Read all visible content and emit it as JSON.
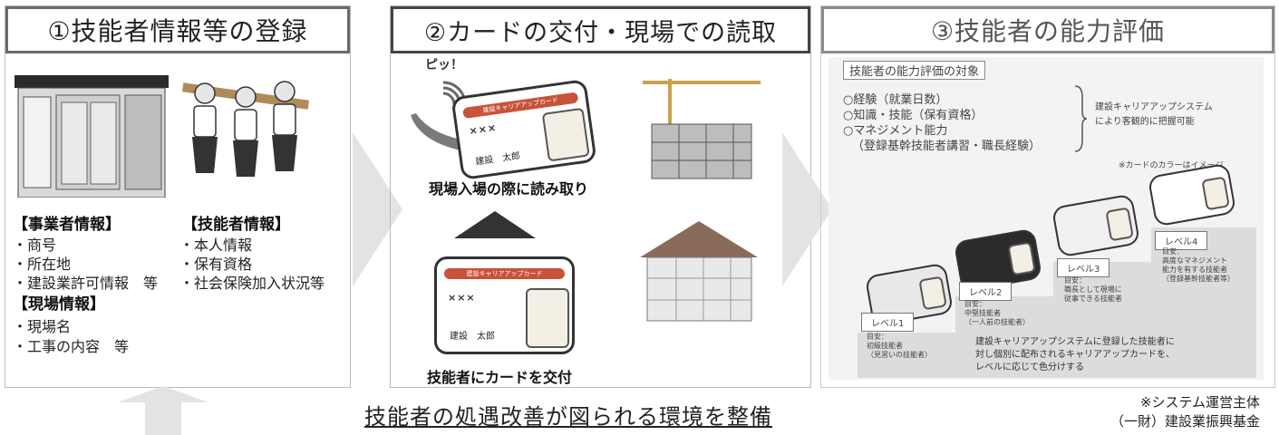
{
  "panels": [
    {
      "title": "①技能者情報等の登録"
    },
    {
      "title": "②カードの交付・現場での読取"
    },
    {
      "title": "③技能者の能力評価"
    }
  ],
  "registration": {
    "business_head": "【事業者情報】",
    "business_items": [
      "・商号",
      "・所在地",
      "・建設業許可情報　等"
    ],
    "worker_head": "【技能者情報】",
    "worker_items": [
      "・本人情報",
      "・保有資格",
      "・社会保険加入状況等"
    ],
    "site_head": "【現場情報】",
    "site_items": [
      "・現場名",
      "・工事の内容　等"
    ]
  },
  "card_issue": {
    "beep": "ピッ！",
    "read_caption": "現場入場の際に読み取り",
    "issue_caption_prefix": "技能者に",
    "issue_caption_bold": "カードを交付",
    "card_brand": "建設キャリアアップカード",
    "card_xx": "×××",
    "card_name": "建設　太郎"
  },
  "evaluation": {
    "box_title": "技能者の能力評価の対象",
    "items": [
      "○経験（就業日数）",
      "○知識・技能（保有資格）",
      "○マネジメント能力",
      "（登録基幹技能者講習・職長経験）"
    ],
    "side_note": "建設キャリアアップシステム\nにより客観的に把握可能",
    "color_note": "※カードのカラーはイメージ",
    "levels": [
      {
        "label": "レベル1",
        "desc": "目安：\n初級技能者\n（見習いの技能者）"
      },
      {
        "label": "レベル2",
        "desc": "目安：\n中堅技能者\n（一人前の技能者）"
      },
      {
        "label": "レベル3",
        "desc": "目安：\n職長として現場に\n従事できる技能者"
      },
      {
        "label": "レベル4",
        "desc": "目安：\n高度なマネジメント\n能力を有する技能者\n（登録基幹技能者等）"
      }
    ],
    "footer": "建設キャリアアップシステムに登録した技能者に\n対し個別に配布されるキャリアアップカードを、\nレベルに応じて色分けする",
    "colors": {
      "level1": "#e8e8e8",
      "level2": "#2b2b2b",
      "level3": "#f0f0f0",
      "level4": "#ffffff"
    }
  },
  "bottom": {
    "title": "技能者の処遇改善が図られる環境を整備",
    "note_line1": "※システム運営主体",
    "note_line2": "（一財）建設業振興基金"
  }
}
